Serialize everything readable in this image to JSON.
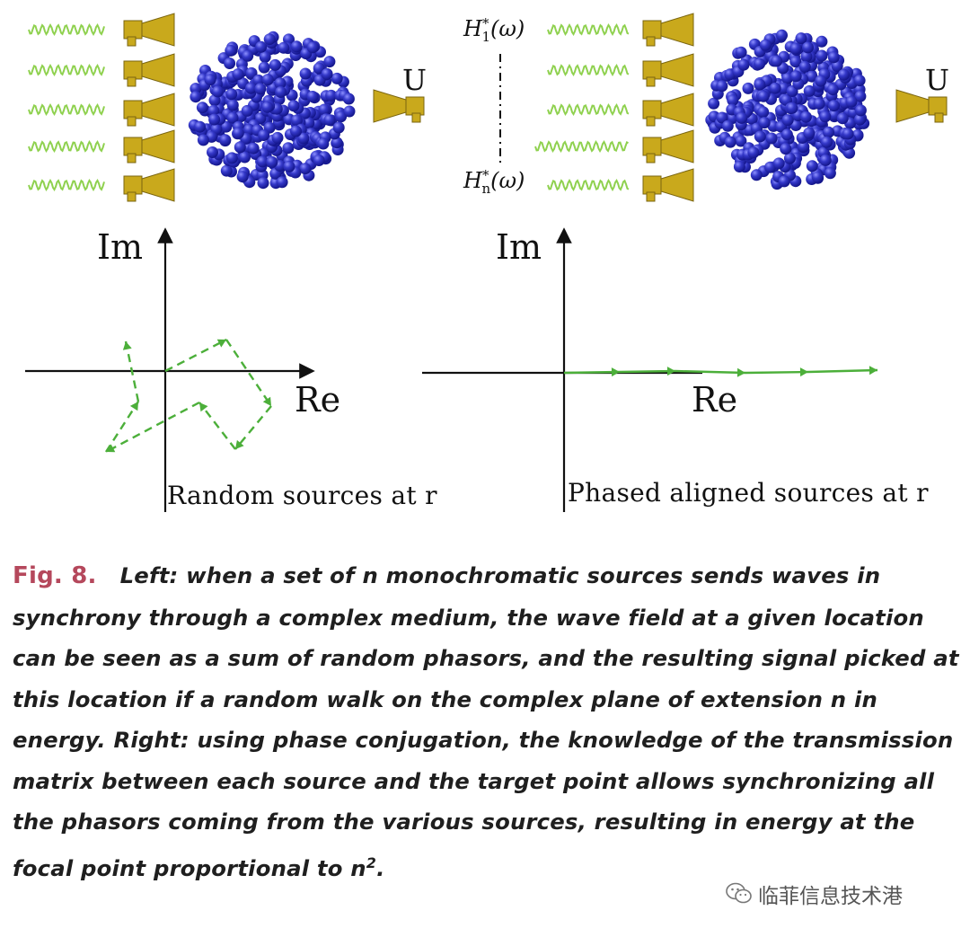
{
  "left_panel": {
    "axis_im": "Im",
    "axis_re": "Re",
    "receiver_label": "U",
    "caption": "Random sources at r"
  },
  "right_panel": {
    "axis_im": "Im",
    "axis_re": "Re",
    "receiver_label": "U",
    "caption": "Phased aligned sources at r",
    "h_first": {
      "letter": "H",
      "sub": "1",
      "sup": "*",
      "arg": "(ω)"
    },
    "h_last": {
      "letter": "H",
      "sub": "n",
      "sup": "*",
      "arg": "(ω)"
    }
  },
  "caption": {
    "fig_label": "Fig. 8.",
    "text": "Left: when a set of n monochromatic sources sends waves in synchrony through a complex medium, the wave field at a given location can be seen as a sum of random phasors, and the resulting signal picked at this location if a random walk on the complex plane of extension n in energy. Right: using phase conjugation, the knowledge of the transmission matrix between each source and the target point allows synchronizing all the phasors coming from the various sources, resulting in energy at the focal point proportional to n",
    "exponent": "2",
    "end": "."
  },
  "watermark": {
    "text": "临菲信息技术港",
    "icon": "wechat-icon"
  },
  "colors": {
    "antenna": "#c9a91c",
    "sphere": "#2b2fb8",
    "wave": "#8fd14f",
    "phasor": "#4caf3a",
    "fig_label": "#b5485c"
  }
}
